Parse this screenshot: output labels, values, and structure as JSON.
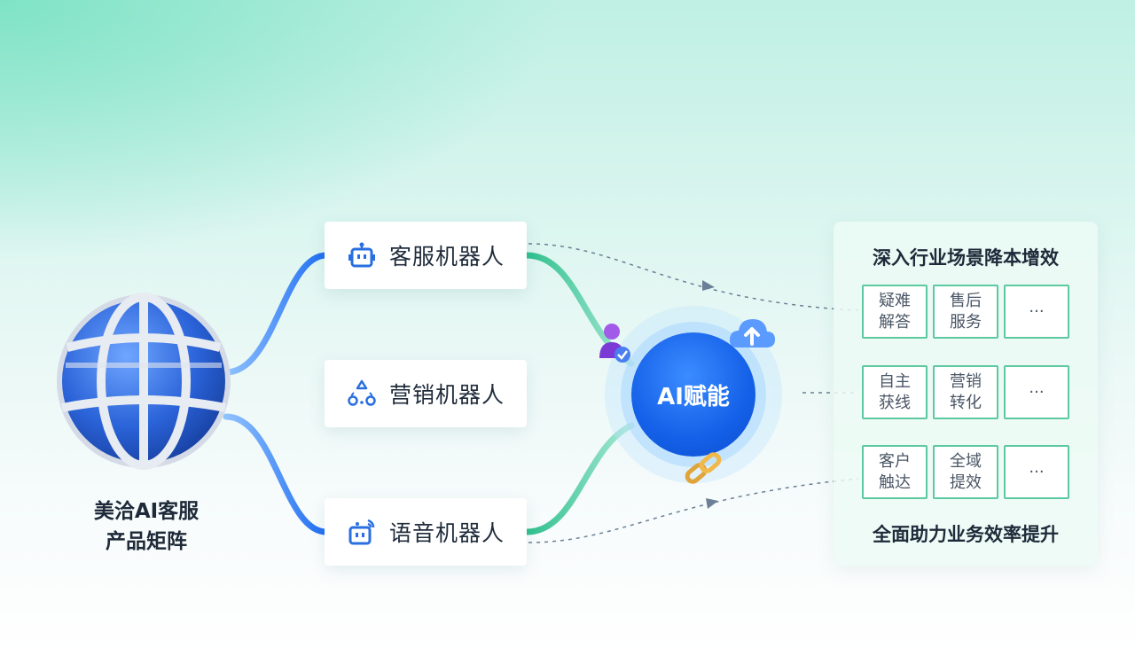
{
  "product_matrix": {
    "title_line1": "美洽AI客服",
    "title_line2": "产品矩阵"
  },
  "bots": [
    {
      "label": "客服机器人",
      "icon": "robot-head-icon"
    },
    {
      "label": "营销机器人",
      "icon": "network-nodes-icon"
    },
    {
      "label": "语音机器人",
      "icon": "voice-robot-icon"
    }
  ],
  "ai_core": {
    "label": "AI赋能"
  },
  "panel": {
    "title_top": "深入行业场景降本增效",
    "title_bottom": "全面助力业务效率提升",
    "rows": [
      [
        "疑难解答",
        "售后服务",
        "···"
      ],
      [
        "自主获线",
        "营销转化",
        "···"
      ],
      [
        "客户触达",
        "全域提效",
        "···"
      ]
    ]
  },
  "colors": {
    "blue": "#1a6cf0",
    "green": "#3fc99a",
    "panel_border": "#5cc9a1",
    "core": "#1460e8"
  }
}
